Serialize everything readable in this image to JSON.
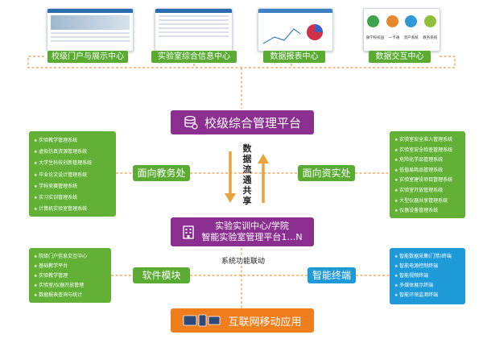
{
  "top_modules": [
    {
      "label": "校级门户与展示中心"
    },
    {
      "label": "实验室综合信息中心"
    },
    {
      "label": "数据报表中心"
    },
    {
      "label": "数据交互中心"
    }
  ],
  "data_exchange_icons": [
    "微学校校园",
    "一卡通",
    "资产系统",
    "教务系统"
  ],
  "platform": {
    "title": "校级综合管理平台"
  },
  "data_flow": {
    "label": "数据流通共享"
  },
  "academic": {
    "label": "面向教务处",
    "items": [
      "实验教学管理系统",
      "虚拟仿真资源管理系统",
      "大学生科技创新管理系统",
      "毕业论文设计管理系统",
      "学科竞赛管理系统",
      "实习实训管理系统",
      "计算机实验室管理系统"
    ]
  },
  "assets": {
    "label": "面向资实处",
    "items": [
      "实验室安全准入管理系统",
      "实验室安全检查管理系统",
      "危险化学品管理系统",
      "低值易耗品管理系统",
      "实验室建设项目管理系统",
      "实验室开放管理系统",
      "大型仪器共享管理系统",
      "仪器设备管理系统"
    ]
  },
  "center": {
    "line1": "实验实训中心/学院",
    "line2": "智能实验室管理平台1…N"
  },
  "linkage": {
    "label": "系统功能联动"
  },
  "software": {
    "label": "软件模块",
    "items": [
      "院级门户信息交互中心",
      "基础教学平台",
      "实验教学管理",
      "实验室/仪器开放管理",
      "数据报表查询与统计"
    ]
  },
  "terminals": {
    "label": "智能终端",
    "items": [
      "智能数据采集(门禁)终端",
      "智能电源控制终端",
      "智能视频终端",
      "多媒体展示终端",
      "智能环境监测终端"
    ]
  },
  "mobile": {
    "label": "互联网移动应用"
  },
  "colors": {
    "green": "#62b136",
    "blue": "#1f9ad8",
    "purple": "#8a2f8f",
    "orange": "#f07e1c"
  }
}
